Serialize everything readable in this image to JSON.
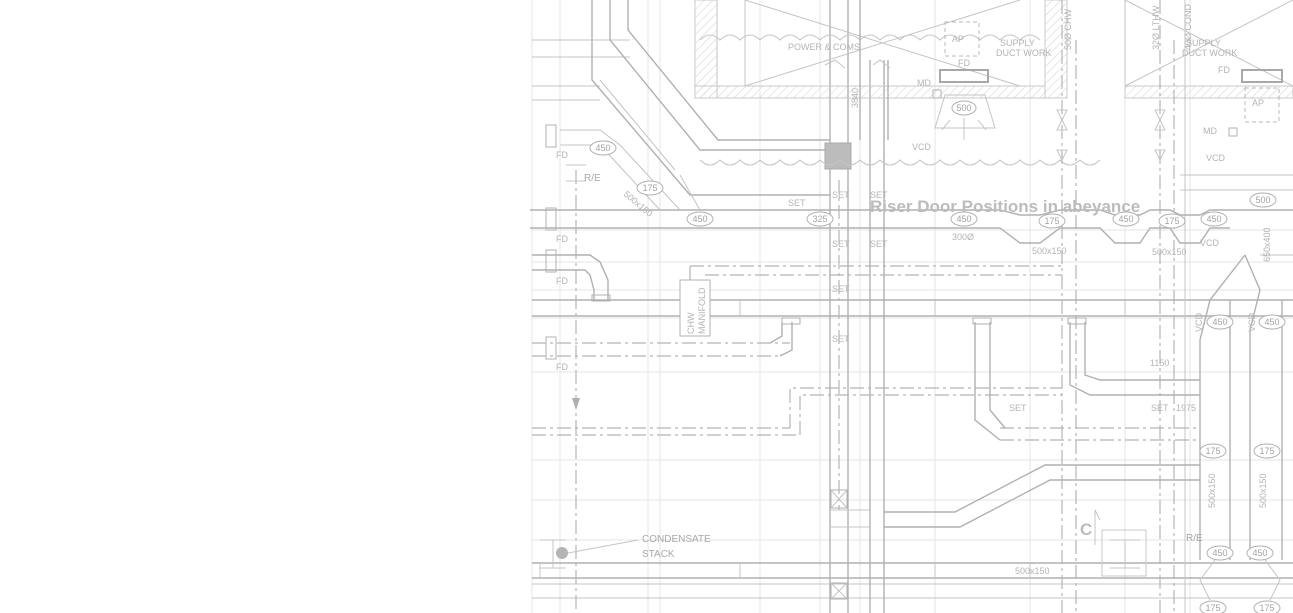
{
  "drawing": {
    "riser_note": "Riser Door Positions in abeyance",
    "labels": {
      "power_coms": "POWER & COMS",
      "supply_duct_work_1": "SUPPLY",
      "supply_duct_work_1b": "DUCT WORK",
      "supply_duct_work_2": "SUPPLY",
      "supply_duct_work_2b": "DUCT WORK",
      "re_1": "R/E",
      "re_2": "R/E",
      "condensate_1": "CONDENSATE",
      "condensate_2": "STACK",
      "chw_manifold_1": "CHW",
      "chw_manifold_2": "MANIFOLD",
      "chw_pipe": "50Ø CHW",
      "lthw_pipe": "32Ø LTHW",
      "cond_pipe": "40Ø COND",
      "dim_3840": "3840",
      "dim_300": "300Ø",
      "dim_1150": "1150",
      "dim_1975": "1975",
      "dim_650x400": "650x400",
      "section_c": "C"
    },
    "tags": [
      "FD",
      "FD",
      "FD",
      "FD",
      "FD",
      "FD",
      "AP",
      "AP",
      "MD",
      "MD",
      "VCD",
      "VCD",
      "VCD",
      "VCD",
      "VCD",
      "SET",
      "SET",
      "SET",
      "SET",
      "SET",
      "SET",
      "SET",
      "SET",
      "SET"
    ],
    "duct_sizes": [
      "450",
      "175",
      "500x150",
      "450",
      "325",
      "450",
      "175",
      "450",
      "175",
      "450",
      "500",
      "500",
      "450",
      "450",
      "175",
      "175",
      "500x150",
      "500x150",
      "450",
      "450",
      "175",
      "175",
      "500x150",
      "500x150",
      "500x150"
    ]
  }
}
